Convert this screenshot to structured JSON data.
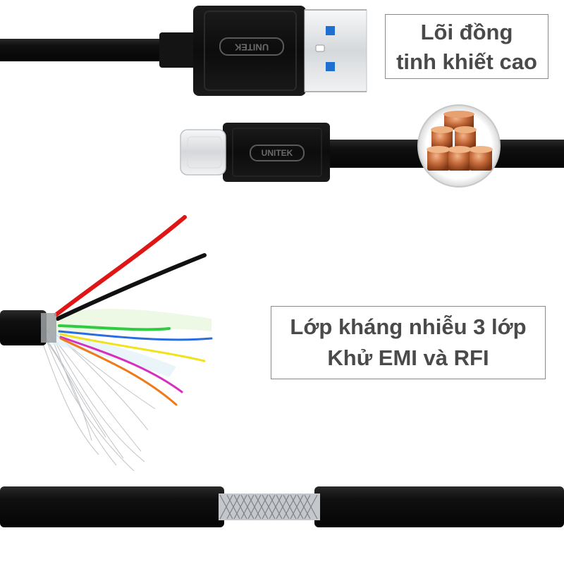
{
  "callouts": {
    "copper_core": {
      "line1": "Lõi đồng",
      "line2": "tinh khiết cao"
    },
    "shielding": {
      "line1": "Lớp kháng nhiễu 3 lớp",
      "line2": "Khử EMI và RFI"
    }
  },
  "branding": {
    "connector_logo": "UNITEK"
  },
  "colors": {
    "cable": "#151515",
    "connector_metal": "#e4e6e8",
    "usb3_blue": "#1f6fd0",
    "copper": "#c56a3a",
    "wire_red": "#e01515",
    "wire_black": "#111111",
    "wire_green": "#2ecc40",
    "wire_blue": "#2a6de0",
    "wire_yellow": "#f2e21b",
    "wire_magenta": "#d62fc0",
    "wire_orange": "#f07a17",
    "shield_silver": "#b9bcc0"
  }
}
